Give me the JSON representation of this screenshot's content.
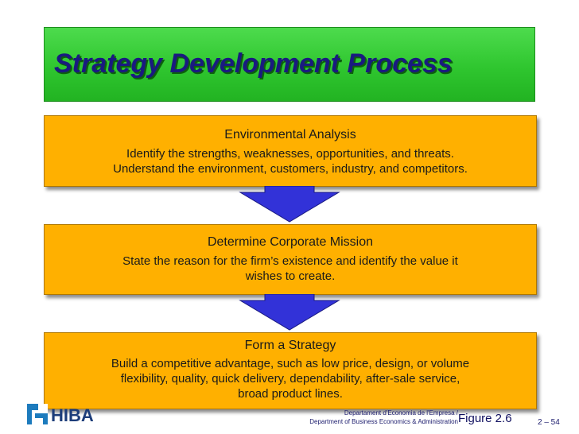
{
  "title": "Strategy Development Process",
  "steps": [
    {
      "heading": "Environmental Analysis",
      "body_lines": [
        "Identify the strengths, weaknesses, opportunities, and threats.",
        "Understand the environment, customers, industry, and competitors."
      ]
    },
    {
      "heading": "Determine Corporate Mission",
      "body_lines": [
        "State the reason for the firm’s existence and identify the value it",
        "wishes to create."
      ]
    },
    {
      "heading": "Form a Strategy",
      "body_lines": [
        "Build a competitive advantage, such as low price, design, or volume",
        "flexibility, quality, quick delivery, dependability, after-sale service,",
        "broad product lines."
      ]
    }
  ],
  "footer": {
    "logo_text": "HIBA",
    "dept_ca": "Departament d'Economia de l'Empresa /",
    "dept_en": "Department of Business Economics & Administration",
    "figure_label": "Figure 2.6",
    "page_number": "2 – 54"
  },
  "colors": {
    "title_green": "#2fc62f",
    "box_orange": "#ffb000",
    "arrow_blue": "#3232d8",
    "title_text": "#1a1a80"
  }
}
